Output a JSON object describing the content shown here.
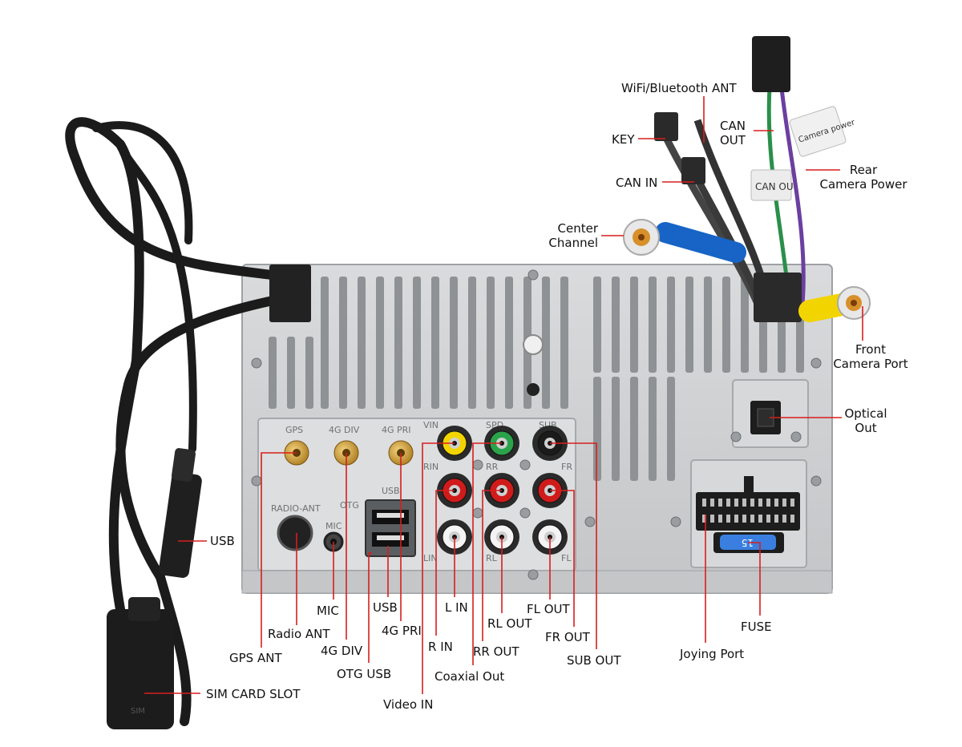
{
  "colors": {
    "leader": "#d81e1e",
    "panel": "#cfd1d3",
    "panel_dark": "#a9acae",
    "cable": "#1b1b1b",
    "rca_yellow": "#f2d400",
    "rca_red": "#d01b1b",
    "rca_white": "#f4f4f4",
    "rca_green": "#2aa34a",
    "rca_blue": "#1764c6",
    "gold": "#c79a2c",
    "fuse_blue": "#3a7fe0"
  },
  "panel_text": {
    "gps": "GPS",
    "div": "4G DIV",
    "pri": "4G PRI",
    "radio_ant": "RADIO-ANT",
    "mic": "MIC",
    "otg": "OTG",
    "usb": "USB",
    "vin": "VIN",
    "spd": "SPD",
    "sub": "SUB",
    "rin": "RIN",
    "rr": "RR",
    "fr": "FR",
    "lin": "LIN",
    "rl": "RL",
    "fl": "FL",
    "fuse_value": "15",
    "sim_label": "SIM",
    "can_out_tag": "CAN OU",
    "camera_tag": "Camera power"
  },
  "callouts": {
    "wifi_bt_ant": "WiFi/Bluetooth ANT",
    "key": "KEY",
    "can_in": "CAN IN",
    "can_out_1": "CAN",
    "can_out_2": "OUT",
    "rear_cam_1": "Rear",
    "rear_cam_2": "Camera Power",
    "center_ch_1": "Center",
    "center_ch_2": "Channel",
    "front_cam_1": "Front",
    "front_cam_2": "Camera Port",
    "optical_1": "Optical",
    "optical_2": "Out",
    "usb_side": "USB",
    "mic": "MIC",
    "radio_ant": "Radio ANT",
    "usb": "USB",
    "l_in": "L IN",
    "fl_out": "FL OUT",
    "rl_out": "RL OUT",
    "gps_ant": "GPS ANT",
    "div_4g": "4G DIV",
    "pri_4g": "4G PRI",
    "r_in": "R IN",
    "rr_out": "RR OUT",
    "fr_out": "FR OUT",
    "fuse": "FUSE",
    "sub_out": "SUB OUT",
    "joying_port": "Joying Port",
    "otg_usb": "OTG USB",
    "coaxial_out": "Coaxial Out",
    "sim_card_slot": "SIM CARD SLOT",
    "video_in": "Video IN"
  }
}
